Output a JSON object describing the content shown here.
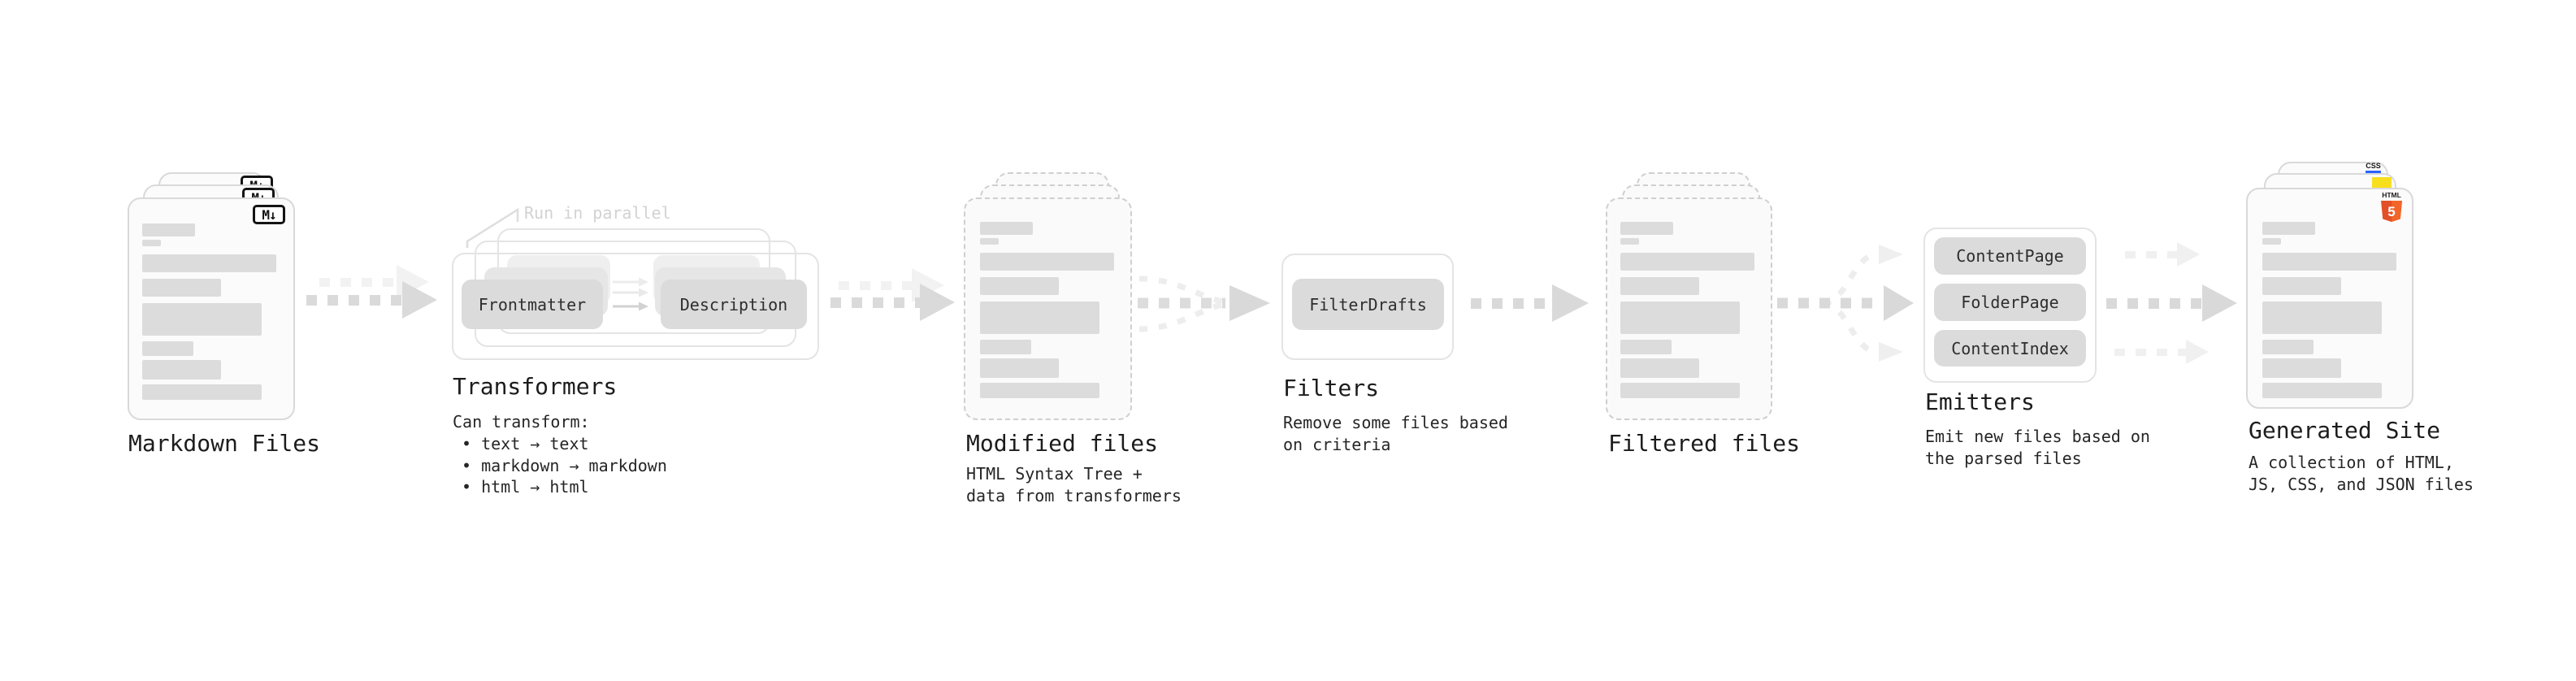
{
  "diagram": {
    "markdown": {
      "label": "Markdown Files",
      "badge": "M↓"
    },
    "transformers": {
      "annotation": "Run in parallel",
      "chip_left": "Frontmatter",
      "chip_right": "Description",
      "label": "Transformers",
      "desc_title": "Can transform:",
      "bullets": [
        "• text → text",
        "• markdown → markdown",
        "• html → html"
      ]
    },
    "modified": {
      "label": "Modified files",
      "desc": [
        "HTML Syntax Tree +",
        "data from transformers"
      ]
    },
    "filters": {
      "chip": "FilterDrafts",
      "label": "Filters",
      "desc": [
        "Remove some files based",
        "on criteria"
      ]
    },
    "filtered": {
      "label": "Filtered files"
    },
    "emitters": {
      "chips": [
        "ContentPage",
        "FolderPage",
        "ContentIndex"
      ],
      "label": "Emitters",
      "desc": [
        "Emit new files based on",
        "the parsed files"
      ]
    },
    "generated": {
      "label": "Generated Site",
      "desc": [
        "A collection of HTML,",
        "JS, CSS, and JSON files"
      ],
      "css_badge": "CSS",
      "html_badge": "HTML",
      "html_badge_number": "5"
    },
    "colors": {
      "arrow": "#d9d9d9",
      "arrow_light": "#efefef",
      "bar": "#dcdcdc",
      "chip": "#dbdbdb",
      "css_accent": "#2962ff",
      "js_accent": "#f7df1e",
      "html_accent": "#e34f26"
    }
  }
}
